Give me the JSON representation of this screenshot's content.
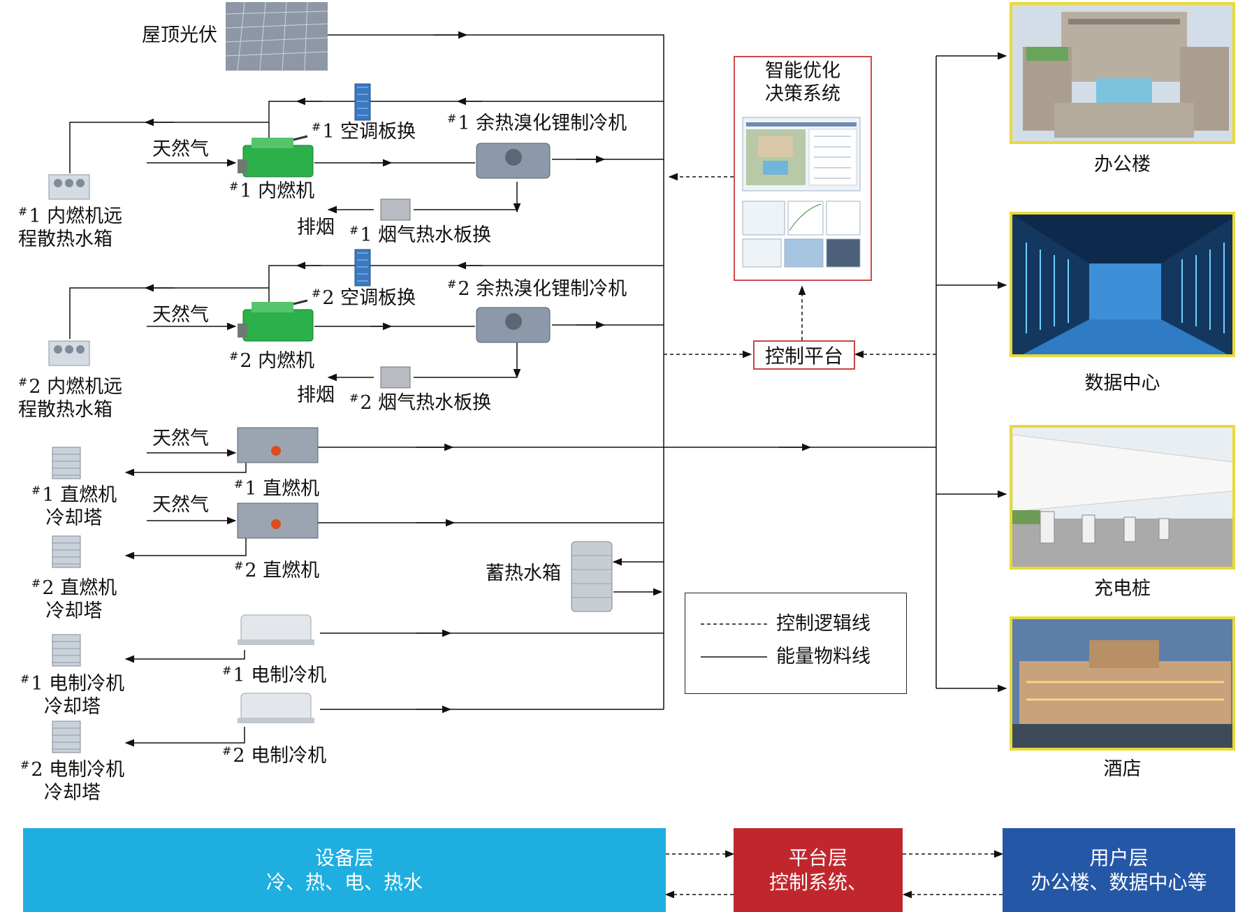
{
  "roof_pv": "屋顶光伏",
  "natural_gas": "天然气",
  "exhaust": "排烟",
  "storage_tank": "蓄热水箱",
  "smart_system": {
    "line1": "智能优化",
    "line2": "决策系统"
  },
  "control_platform": "控制平台",
  "unit1": {
    "engine": {
      "num": "#",
      "text": "1 内燃机"
    },
    "plate_ac": {
      "num": "#",
      "text": "1 空调板换"
    },
    "chiller": {
      "num": "#",
      "text": "1 余热溴化锂制冷机"
    },
    "flue_plate": {
      "num": "#",
      "text": "1 烟气热水板换"
    },
    "remote_tank": {
      "num": "#",
      "line1": "1 内燃机远",
      "line2": "程散热水箱"
    }
  },
  "unit2": {
    "engine": {
      "num": "#",
      "text": "2 内燃机"
    },
    "plate_ac": {
      "num": "#",
      "text": "2 空调板换"
    },
    "chiller": {
      "num": "#",
      "text": "2 余热溴化锂制冷机"
    },
    "flue_plate": {
      "num": "#",
      "text": "2 烟气热水板换"
    },
    "remote_tank": {
      "num": "#",
      "line1": "2 内燃机远",
      "line2": "程散热水箱"
    }
  },
  "direct_fired": [
    {
      "num": "#",
      "text": "1 直燃机",
      "tower_line1": "1 直燃机",
      "tower_line2": "冷却塔"
    },
    {
      "num": "#",
      "text": "2 直燃机",
      "tower_line1": "2 直燃机",
      "tower_line2": "冷却塔"
    }
  ],
  "electric_chillers": [
    {
      "num": "#",
      "text": "1 电制冷机",
      "tower_line1": "1 电制冷机",
      "tower_line2": "冷却塔"
    },
    {
      "num": "#",
      "text": "2 电制冷机",
      "tower_line1": "2 电制冷机",
      "tower_line2": "冷却塔"
    }
  ],
  "legend": {
    "control": "控制逻辑线",
    "energy": "能量物料线"
  },
  "users": [
    "办公楼",
    "数据中心",
    "充电桩",
    "酒店"
  ],
  "layers": {
    "equipment": {
      "title": "设备层",
      "sub": "冷、热、电、热水",
      "color": "#1eaee0"
    },
    "platform": {
      "title": "平台层",
      "sub": "控制系统、",
      "color": "#c0272d"
    },
    "user": {
      "title": "用户层",
      "sub": "办公楼、数据中心等",
      "color": "#2557a7"
    }
  },
  "colors": {
    "engine": "#2bb04a",
    "frame": "#e8d93a"
  }
}
